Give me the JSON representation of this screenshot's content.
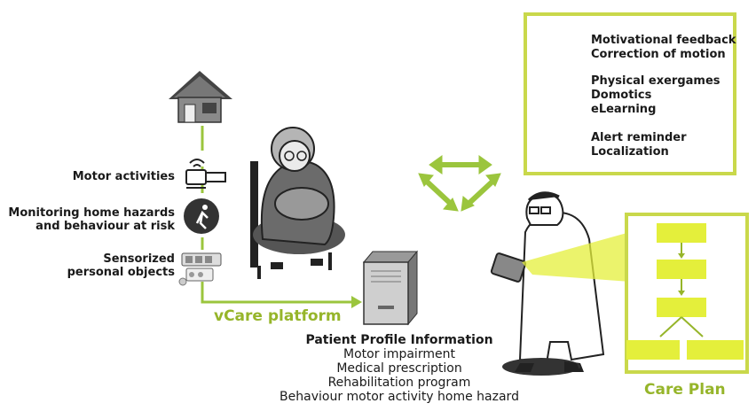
{
  "left_labels": {
    "motor_activities": "Motor activities",
    "hazards_line1": "Monitoring home hazards",
    "hazards_line2": "and behaviour at risk",
    "objects_line1": "Sensorized",
    "objects_line2": "personal objects"
  },
  "platform_label": "vCare platform",
  "legend": {
    "feedback_line1": "Motivational feedback",
    "feedback_line2": "Correction of motion",
    "exergames_line1": "Physical exergames",
    "exergames_line2": "Domotics",
    "exergames_line3": "eLearning",
    "alert_line1": "Alert reminder",
    "alert_line2": "Localization"
  },
  "profile": {
    "title": "Patient Profile Information",
    "items": [
      "Motor impairment",
      "Medical prescription",
      "Rehabilitation program",
      "Behaviour motor activity home hazard"
    ]
  },
  "care_plan_label": "Care Plan",
  "colors": {
    "accent_green": "#96b52a",
    "light_green": "#e4ef3b",
    "frame_green": "#c9d84b",
    "arrow_green": "#9bc53d"
  }
}
